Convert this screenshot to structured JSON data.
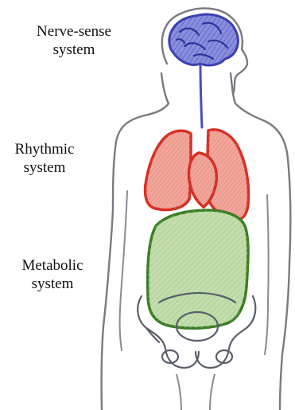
{
  "labels": {
    "nerve_sense": [
      "Nerve-sense",
      "system"
    ],
    "rhythmic": [
      "Rhythmic",
      "system"
    ],
    "metabolic": [
      "Metabolic",
      "system"
    ]
  },
  "colors": {
    "outline": "#6b6b73",
    "nervous": "#3f44b3",
    "nervous_fill": "#7d82d6",
    "rhythmic": "#d8382c",
    "rhythmic_fill": "#ef9a8e",
    "metabolic": "#3f7f2a",
    "metabolic_fill": "#bcd9a4",
    "pelvis": "#555a66"
  }
}
